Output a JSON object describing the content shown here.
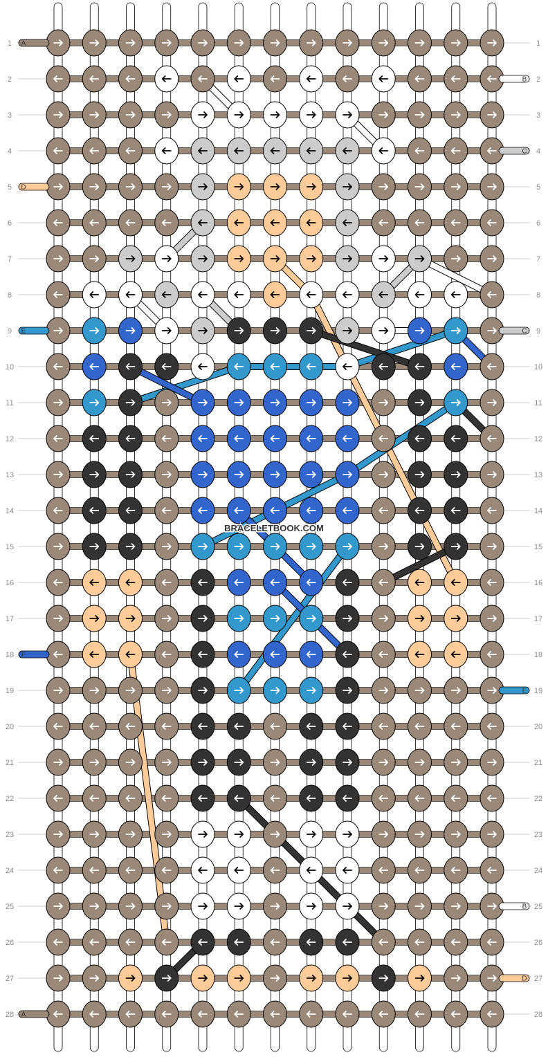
{
  "watermark": "BRACELETBOOK.COM",
  "colors": {
    "bg": "#ffffff",
    "A": "#9a8878",
    "B": "#ffffff",
    "C": "#cccccc",
    "D": "#ffcc99",
    "E": "#3399cc",
    "F": "#3366cc",
    "G": "#333333",
    "outline": "#000000",
    "label": "#8a8a8a"
  },
  "legend_left": [
    {
      "row": 1,
      "letter": "A"
    },
    {
      "row": 5,
      "letter": "D"
    },
    {
      "row": 9,
      "letter": "E"
    },
    {
      "row": 18,
      "letter": "F"
    },
    {
      "row": 28,
      "letter": "A"
    }
  ],
  "legend_right": [
    {
      "row": 2,
      "letter": "B"
    },
    {
      "row": 4,
      "letter": "C"
    },
    {
      "row": 9,
      "letter": "C"
    },
    {
      "row": 19,
      "letter": "E"
    },
    {
      "row": 25,
      "letter": "B"
    },
    {
      "row": 27,
      "letter": "D"
    }
  ],
  "row_labels": [
    "1",
    "2",
    "3",
    "4",
    "5",
    "6",
    "7",
    "8",
    "9",
    "10",
    "11",
    "12",
    "13",
    "14",
    "15",
    "16",
    "17",
    "18",
    "19",
    "20",
    "21",
    "22",
    "23",
    "24",
    "25",
    "26",
    "27",
    "28"
  ],
  "grid": [
    "AAAAAAAAAAAAA",
    "AAABABABABAAA",
    "AAAABBBBBAAAA",
    "AAABCCCCCBAAA",
    "AAAACDDDCAAAA",
    "AAAACDDDCAAAA",
    "AACBCDDDCBCAA",
    "ABBCBBDBBCBBA",
    "AEFBCGGGCBFEA",
    "AFGGBEEEBGGFA",
    "AEGAFFFFFAGEA",
    "AGGAFFFFFAGGA",
    "AGGAFFFFFAGGA",
    "AGGAFFFFFAGGA",
    "AGGAEEEEEAGGA",
    "ADDAGFFFGADDA",
    "ADDAGEEEGADDA",
    "ADDAGFFFGADDA",
    "AAAAGEEEGAAAA",
    "AAAAGGAGGAAAA",
    "AAAAGGAGGAAAA",
    "AAAAGGAGGAAAA",
    "AAAABBABBAAAA",
    "AAAABBABBAAAA",
    "AAAABBABBAAAA",
    "AAAAGGAGGAAAA",
    "AADGDDADDGDAA",
    "AAAAAAAAAAAAA"
  ]
}
